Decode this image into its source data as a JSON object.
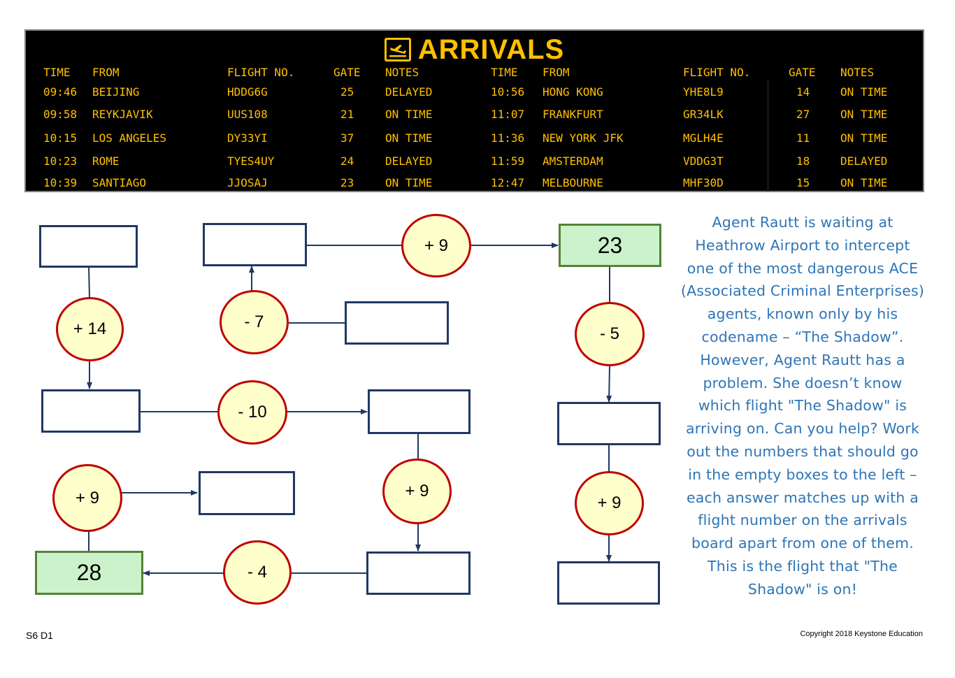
{
  "board": {
    "title": "ARRIVALS",
    "icon": "plane-landing-icon",
    "headers": [
      "TIME",
      "FROM",
      "FLIGHT NO.",
      "GATE",
      "NOTES"
    ],
    "left_flights": [
      {
        "time": "09:46",
        "from": "BEIJING",
        "flight": "HDDG6G",
        "gate": "25",
        "notes": "DELAYED"
      },
      {
        "time": "09:58",
        "from": "REYKJAVIK",
        "flight": "UUS108",
        "gate": "21",
        "notes": "ON TIME"
      },
      {
        "time": "10:15",
        "from": "LOS ANGELES",
        "flight": "DY33YI",
        "gate": "37",
        "notes": "ON TIME"
      },
      {
        "time": "10:23",
        "from": "ROME",
        "flight": "TYES4UY",
        "gate": "24",
        "notes": "DELAYED"
      },
      {
        "time": "10:39",
        "from": "SANTIAGO",
        "flight": "JJOSAJ",
        "gate": "23",
        "notes": "ON TIME"
      }
    ],
    "right_flights": [
      {
        "time": "10:56",
        "from": "HONG KONG",
        "flight": "YHE8L9",
        "gate": "14",
        "notes": "ON TIME"
      },
      {
        "time": "11:07",
        "from": "FRANKFURT",
        "flight": "GR34LK",
        "gate": "27",
        "notes": "ON TIME"
      },
      {
        "time": "11:36",
        "from": "NEW YORK JFK",
        "flight": "MGLH4E",
        "gate": "11",
        "notes": "ON TIME"
      },
      {
        "time": "11:59",
        "from": "AMSTERDAM",
        "flight": "VDDG3T",
        "gate": "18",
        "notes": "DELAYED"
      },
      {
        "time": "12:47",
        "from": "MELBOURNE",
        "flight": "MHF30D",
        "gate": "15",
        "notes": "ON TIME"
      }
    ]
  },
  "flow": {
    "given_values": {
      "top": "23",
      "bottom": "28"
    },
    "operations": {
      "plus14": "+ 14",
      "minus7": "- 7",
      "plus9_top": "+ 9",
      "minus5": "- 5",
      "minus10": "- 10",
      "plus9_mid": "+ 9",
      "plus9_left": "+ 9",
      "minus4": "- 4",
      "plus9_right": "+ 9"
    }
  },
  "story": {
    "text": "Agent Rautt is waiting at Heathrow Airport to intercept one of the most dangerous ACE (Associated Criminal Enterprises) agents, known only by his codename – “The Shadow”. However, Agent Rautt has a problem.  She doesn’t know which flight \"The Shadow\" is arriving on. Can you help? Work out the numbers that should go in the empty boxes to the left – each answer matches up with a flight number on the arrivals board apart from one of them. This is the flight that \"The Shadow\" is on!"
  },
  "footer": {
    "code": "S6 D1",
    "copyright": "Copyright 2018 Keystone Education"
  },
  "colors": {
    "board_bg": "#000000",
    "board_text": "#ffc000",
    "box_border": "#1f3864",
    "given_fill": "#ccf2cc",
    "given_border": "#548235",
    "op_fill": "#ffffcc",
    "op_border": "#c00000",
    "story_text": "#2e75b6"
  }
}
